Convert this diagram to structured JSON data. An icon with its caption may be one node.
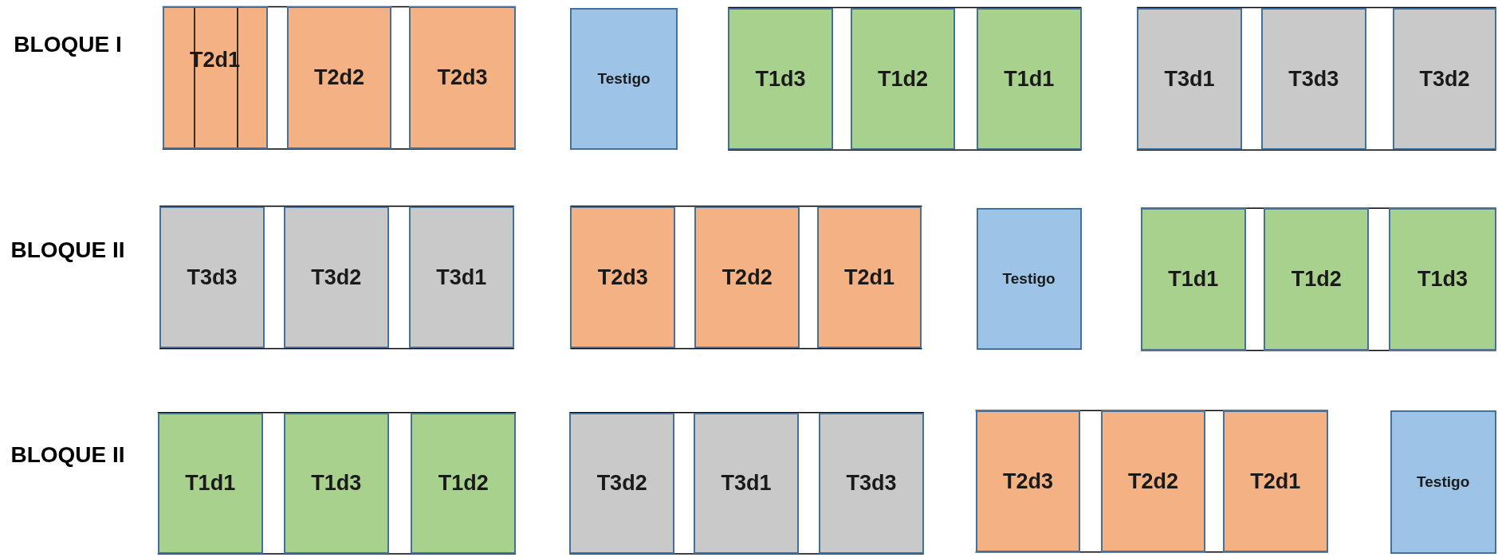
{
  "diagram": {
    "nodes": [
      {
        "text": [
          "T2d1"
        ]
      },
      {
        "text": [
          "T2d2"
        ]
      },
      {
        "text": [
          "T2d3"
        ]
      },
      {
        "text": [
          "Testigo"
        ]
      },
      {
        "text": [
          "T1d3"
        ]
      },
      {
        "text": [
          "T1d2"
        ]
      },
      {
        "text": [
          "T1d1"
        ]
      },
      {
        "text": [
          "T3d1"
        ]
      },
      {
        "text": [
          "T3d3"
        ]
      },
      {
        "text": [
          "T3d2"
        ]
      },
      {
        "text": [
          "T3d3"
        ]
      },
      {
        "text": [
          "T3d2"
        ]
      },
      {
        "text": [
          "T3d1"
        ]
      },
      {
        "text": [
          "T2d3"
        ]
      },
      {
        "text": [
          "T2d2"
        ]
      },
      {
        "text": [
          "T2d1"
        ]
      },
      {
        "text": [
          "Testigo"
        ]
      },
      {
        "text": [
          "T1d1"
        ]
      },
      {
        "text": [
          "T1d2"
        ]
      },
      {
        "text": [
          "T1d3"
        ]
      },
      {
        "text": [
          "T1d1"
        ]
      },
      {
        "text": [
          "T1d3"
        ]
      },
      {
        "text": [
          "T1d2"
        ]
      },
      {
        "text": [
          "T3d2"
        ]
      },
      {
        "text": [
          "T3d1"
        ]
      },
      {
        "text": [
          "T3d3"
        ]
      },
      {
        "text": [
          "T2d3"
        ]
      },
      {
        "text": [
          "T2d2"
        ]
      },
      {
        "text": [
          "T2d1"
        ]
      },
      {
        "text": [
          "Testigo"
        ]
      }
    ],
    "labels": [
      "BLOQUE I",
      "BLOQUE II",
      "BLOQUE II"
    ]
  }
}
